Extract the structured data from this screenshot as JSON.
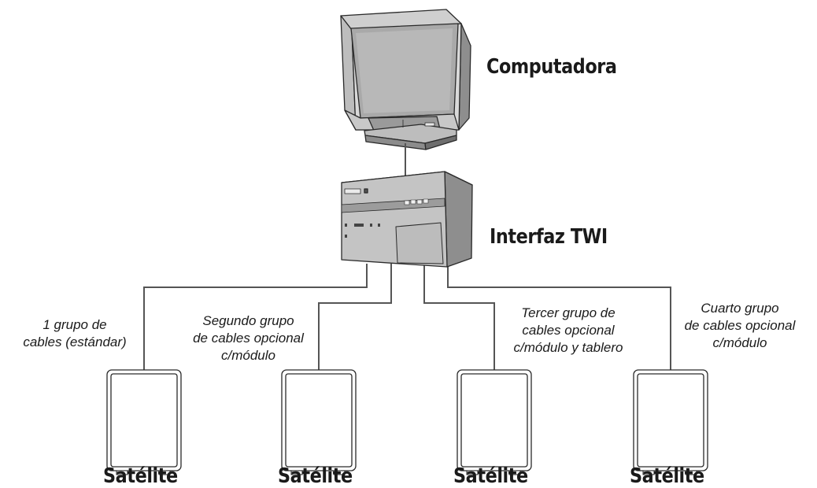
{
  "labels": {
    "computer": "Computadora",
    "interface": "Interfaz TWI"
  },
  "satellites": [
    {
      "label": "Satélite",
      "note": [
        "1 grupo de",
        "cables (estándar)"
      ]
    },
    {
      "label": "Satélite",
      "note": [
        "Segundo grupo",
        "de cables opcional",
        "c/módulo"
      ]
    },
    {
      "label": "Satélite",
      "note": [
        "Tercer grupo de",
        "cables opcional",
        "c/módulo y tablero"
      ]
    },
    {
      "label": "Satélite",
      "note": [
        "Cuarto grupo",
        "de cables opcional",
        "c/módulo"
      ]
    }
  ]
}
